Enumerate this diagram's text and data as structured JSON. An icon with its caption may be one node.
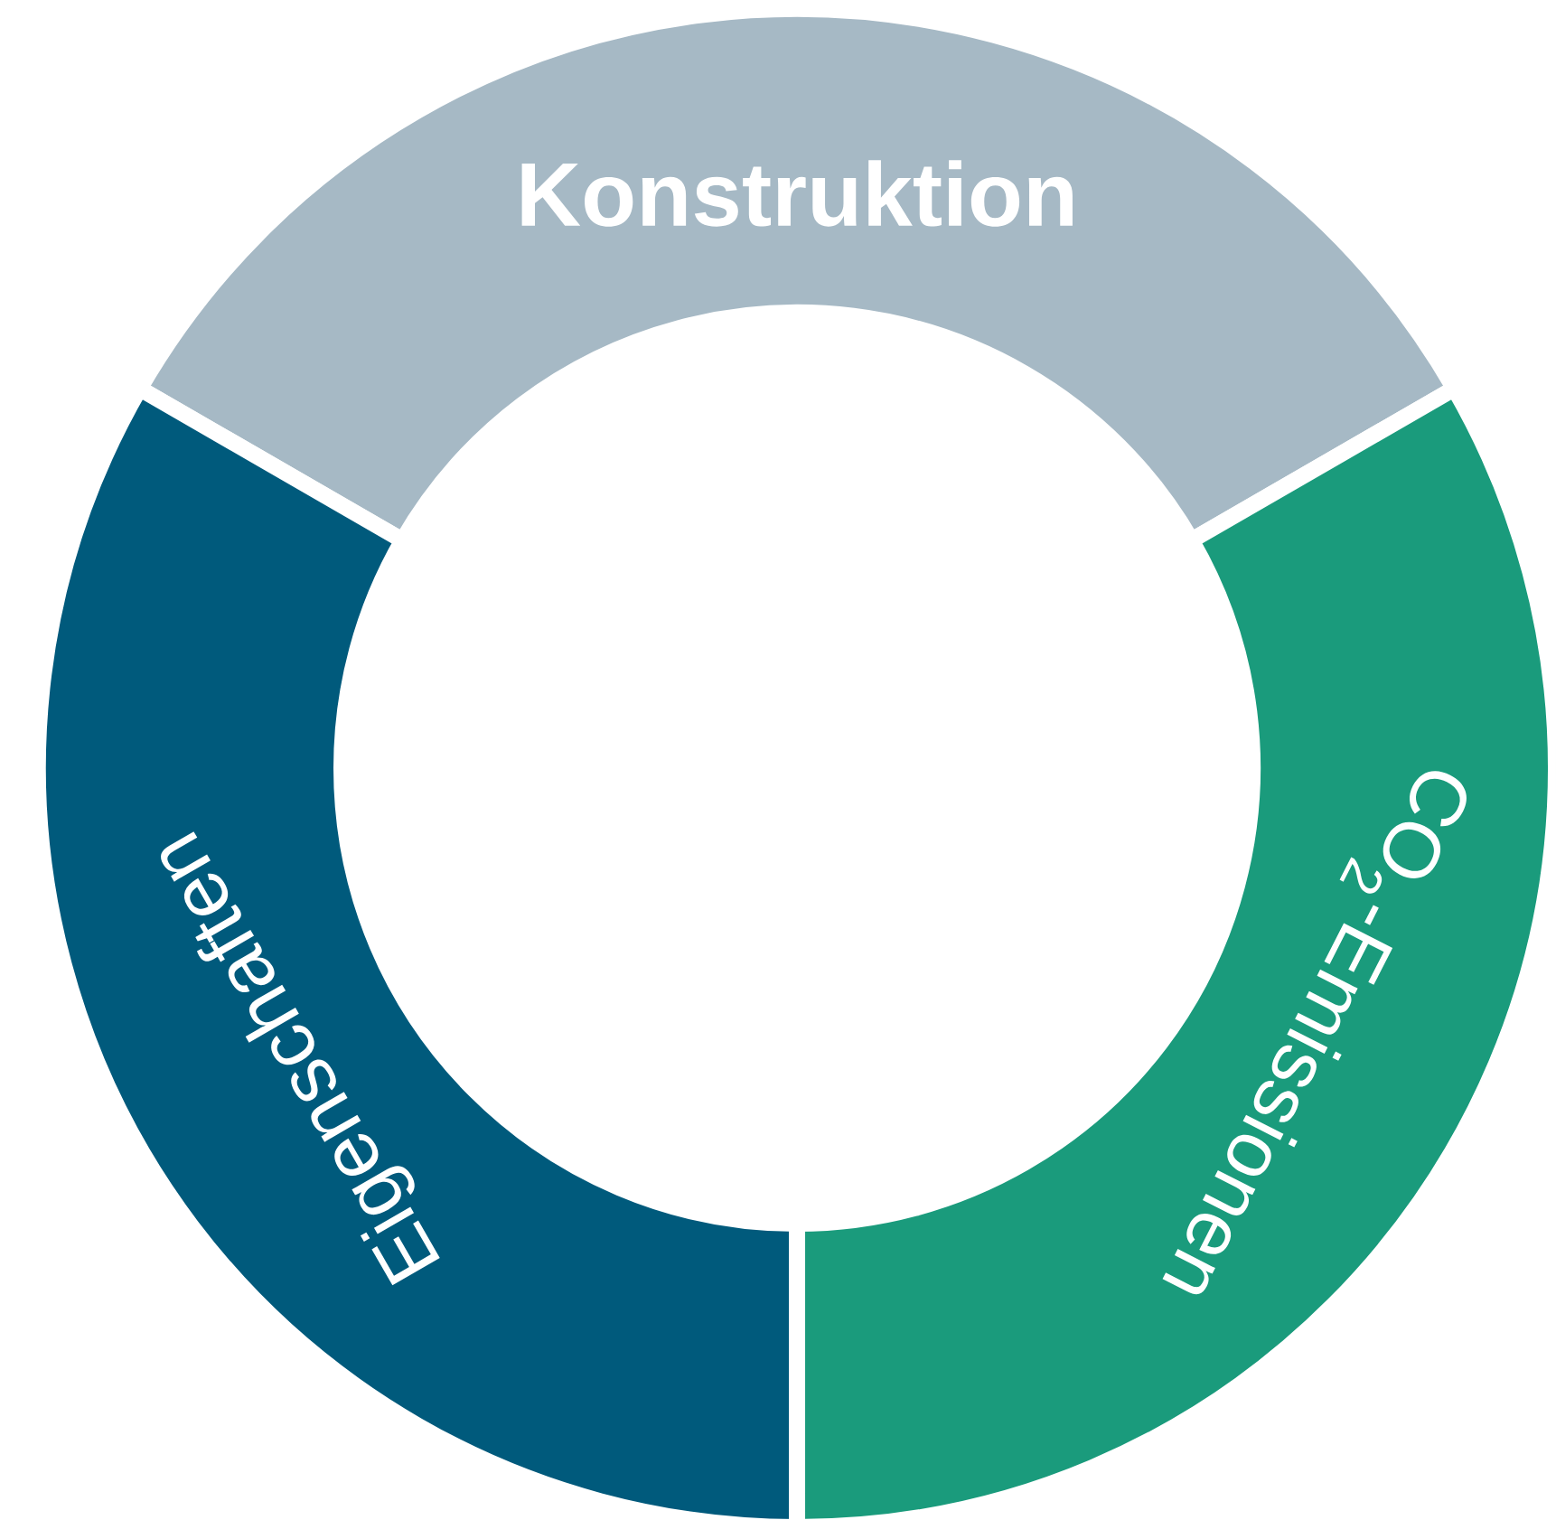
{
  "diagram": {
    "nodes": [
      {
        "text": [
          "Konstruktion"
        ]
      },
      {
        "text": [
          "CO$_{2}$-Emissionen"
        ]
      },
      {
        "text": [
          "Eigenschaften"
        ]
      }
    ]
  }
}
